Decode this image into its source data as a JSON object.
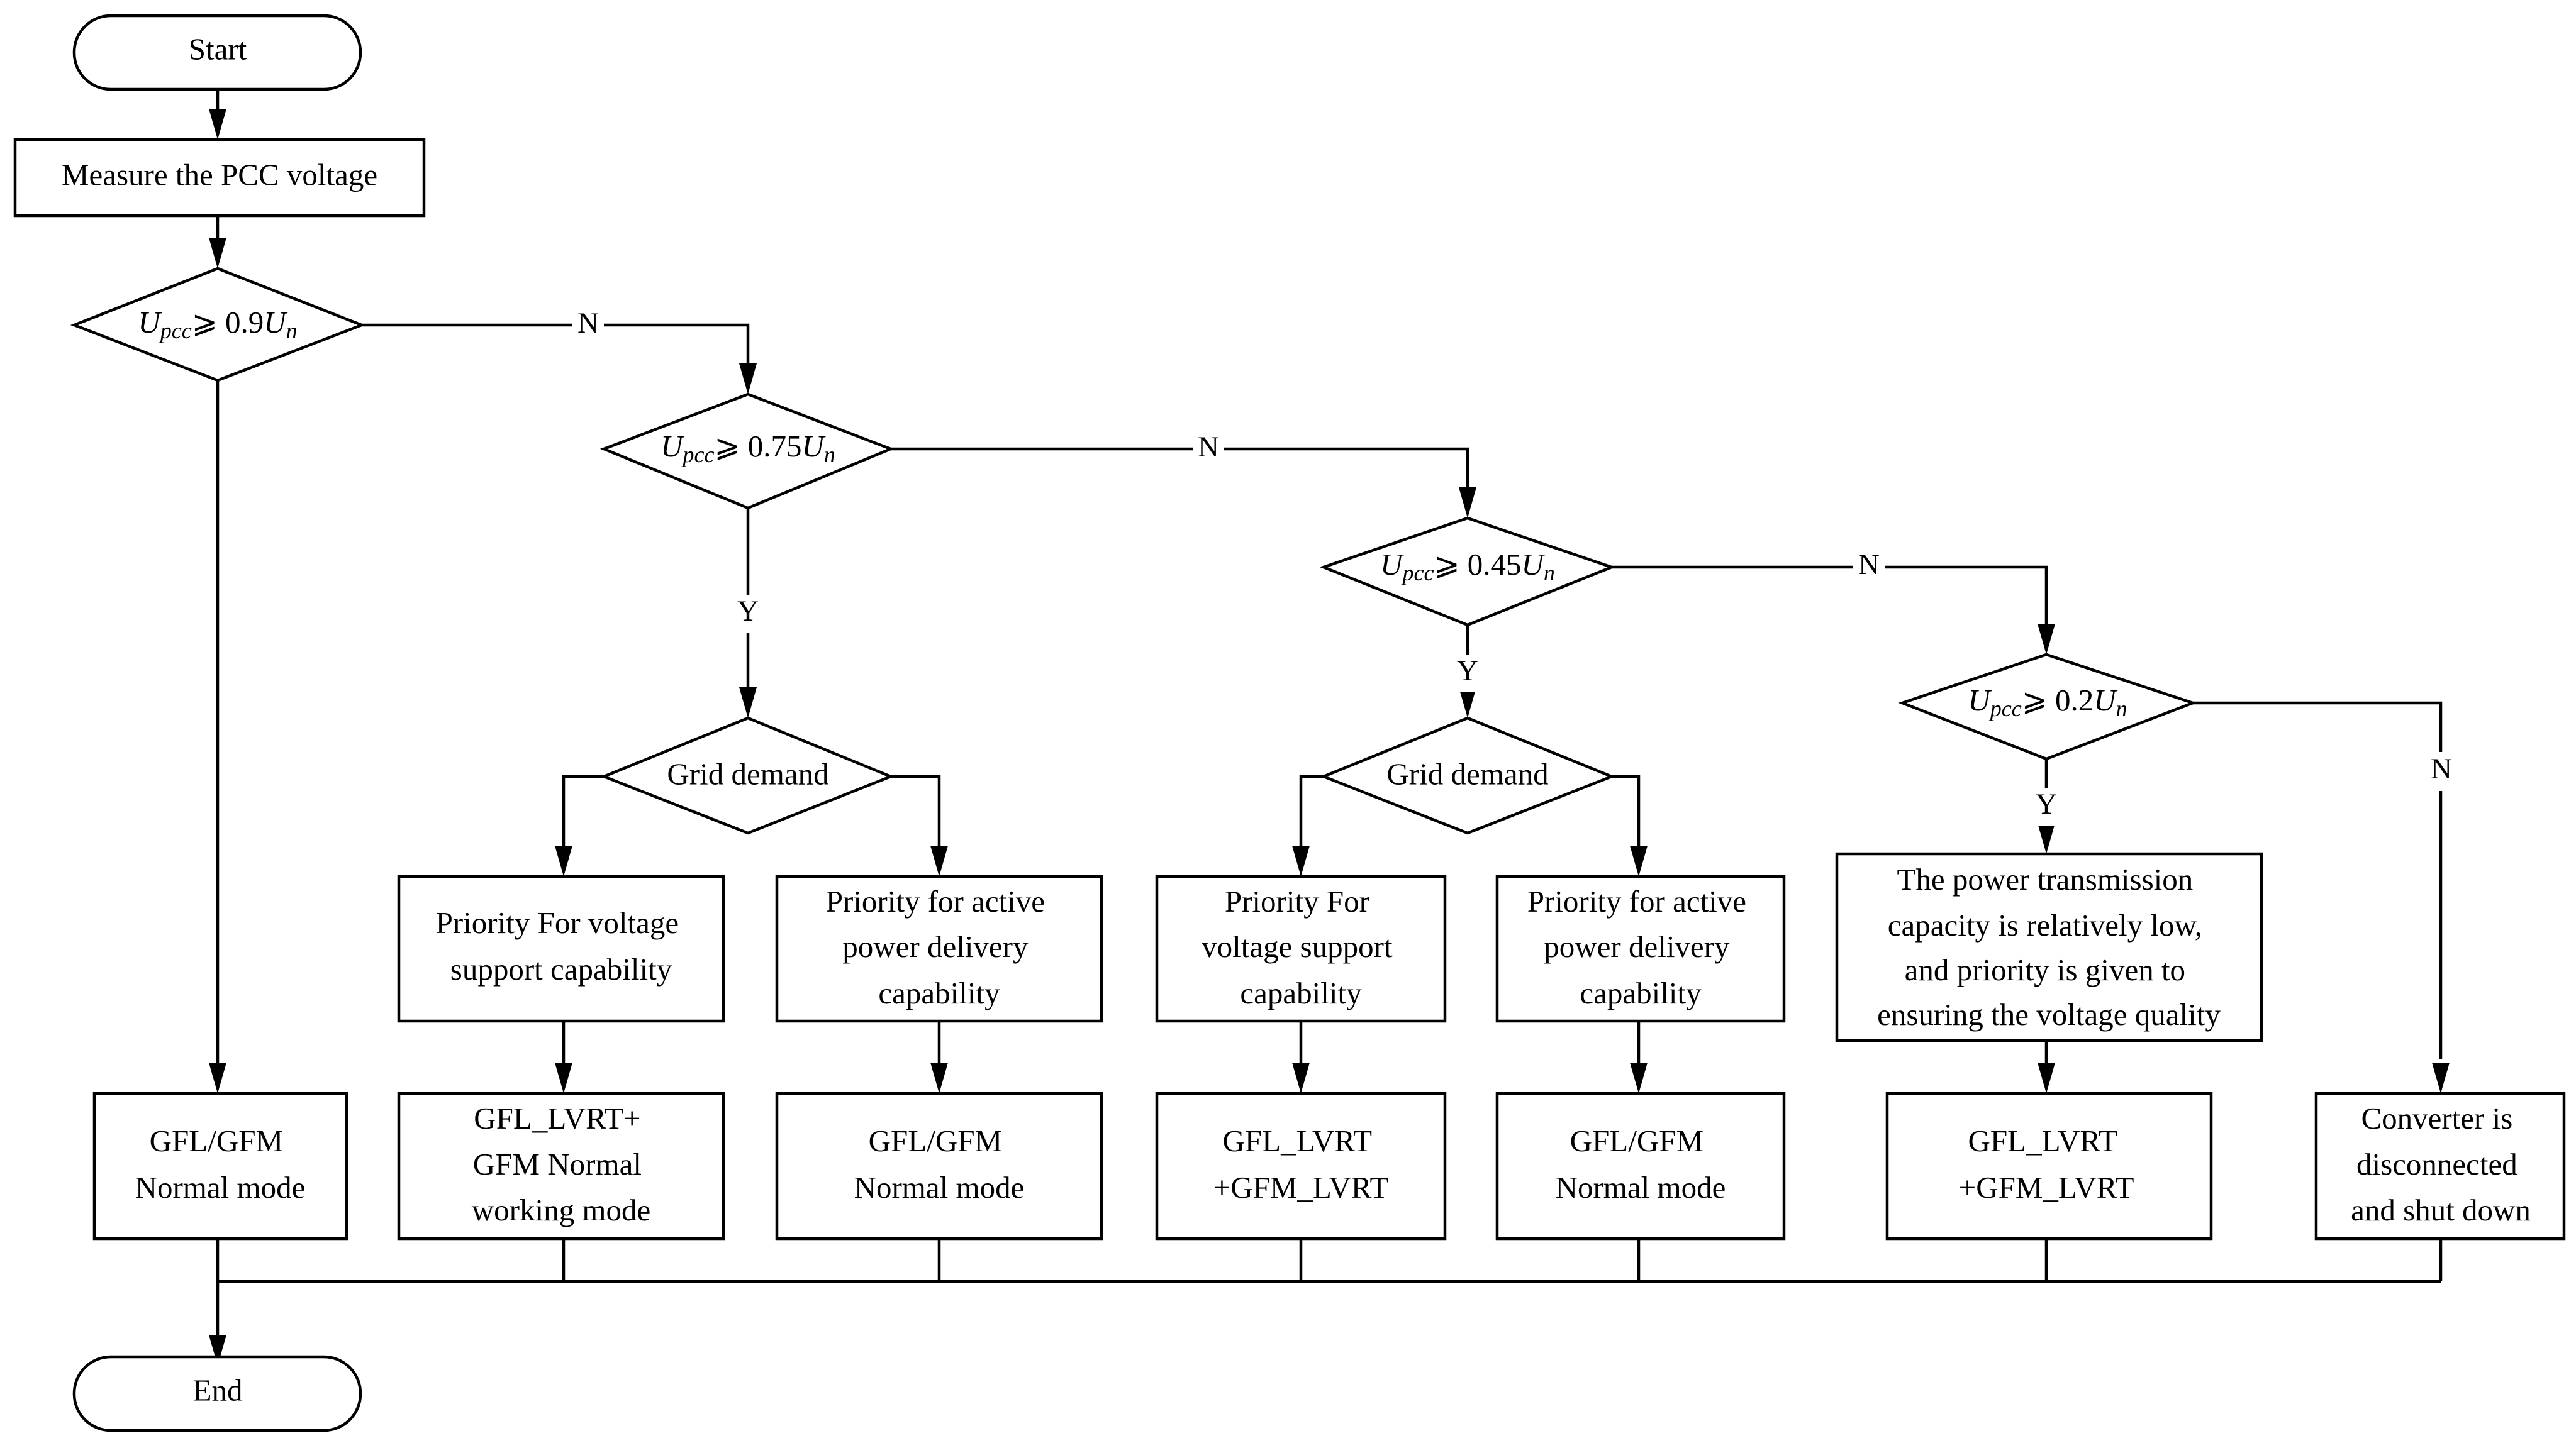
{
  "terminals": {
    "start": "Start",
    "end": "End"
  },
  "process": {
    "measure": "Measure the PCC voltage"
  },
  "conditions": {
    "c1": {
      "u": "U",
      "sub": "pcc",
      "op": "⩾ 0.9",
      "un": "U",
      "un_sub": "n"
    },
    "c2": {
      "u": "U",
      "sub": "pcc",
      "op": "⩾ 0.75",
      "un": "U",
      "un_sub": "n"
    },
    "c3": {
      "u": "U",
      "sub": "pcc",
      "op": "⩾ 0.45",
      "un": "U",
      "un_sub": "n"
    },
    "c4": {
      "u": "U",
      "sub": "pcc",
      "op": "⩾ 0.2",
      "un": "U",
      "un_sub": "n"
    },
    "grid_demand_1": "Grid demand",
    "grid_demand_2": "Grid demand"
  },
  "branch_labels": {
    "n1": "N",
    "n2": "N",
    "n3": "N",
    "n4": "N",
    "y2": "Y",
    "y3": "Y",
    "y4": "Y"
  },
  "priorities": {
    "p1": [
      "Priority For voltage",
      "support capability"
    ],
    "p2": [
      "Priority for active",
      "power delivery",
      "capability"
    ],
    "p3": [
      "Priority For",
      "voltage support",
      "capability"
    ],
    "p4": [
      "Priority for active",
      "power delivery",
      "capability"
    ],
    "p5": [
      "The power transmission",
      "capacity is relatively low,",
      "and priority is given to",
      "ensuring the voltage quality"
    ]
  },
  "modes": {
    "m1": [
      "GFL/GFM",
      "Normal mode"
    ],
    "m2": [
      "GFL_LVRT+",
      "GFM Normal",
      "working mode"
    ],
    "m3": [
      "GFL/GFM",
      "Normal mode"
    ],
    "m4": [
      "GFL_LVRT",
      "+GFM_LVRT"
    ],
    "m5": [
      "GFL/GFM",
      "Normal mode"
    ],
    "m6": [
      "GFL_LVRT",
      "+GFM_LVRT"
    ],
    "m7": [
      "Converter is",
      "disconnected",
      "and shut down"
    ]
  }
}
